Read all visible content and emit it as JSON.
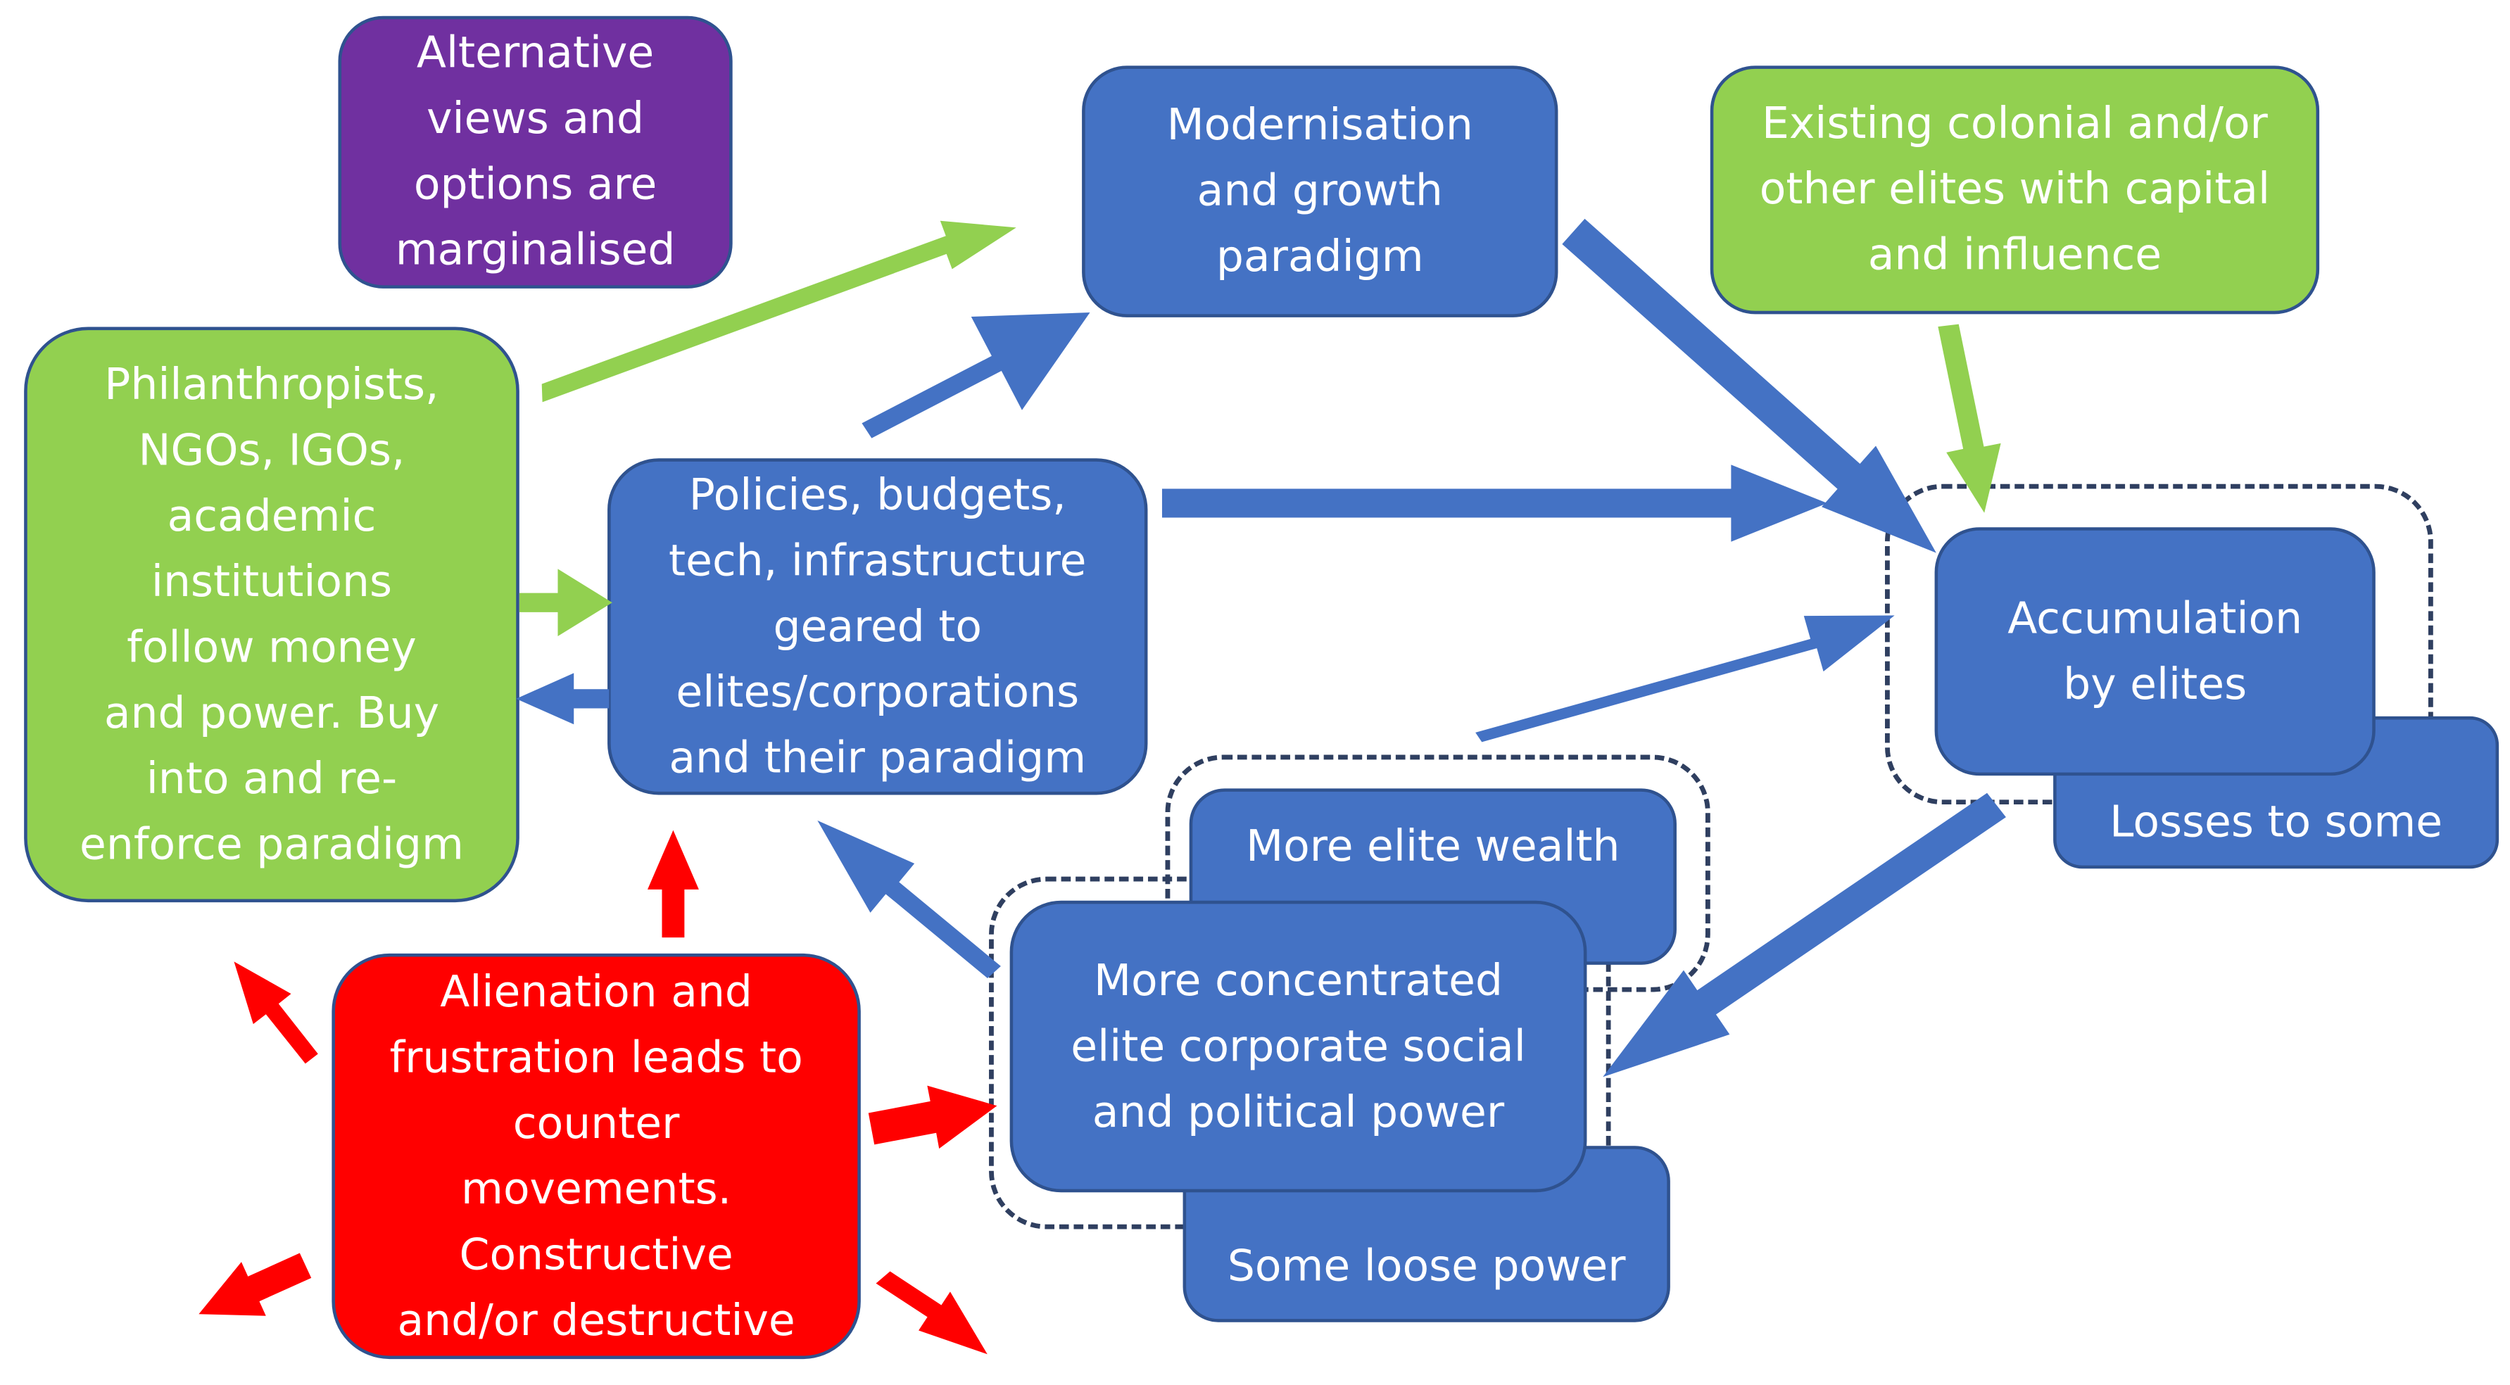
{
  "colors": {
    "blue_box": "#4472C4",
    "green_box": "#92D050",
    "purple_box": "#7030A0",
    "red_box": "#FF0000",
    "box_border": "#2F528F",
    "blue_arrow": "#4472C4",
    "green_arrow": "#92D050",
    "red_arrow": "#FF0000"
  },
  "boxes": {
    "alternative_views": "Alternative\nviews and\noptions  are\nmarginalised",
    "modernisation": "Modernisation\nand growth\nparadigm",
    "existing_elites": "Existing colonial and/or\nother elites with capital\nand influence",
    "philanthropists": "Philanthropists,\nNGOs, IGOs,\nacademic\ninstitutions\nfollow money\nand power. Buy\ninto and re-\nenforce paradigm",
    "policies": "Policies, budgets,\ntech, infrastructure\ngeared to\nelites/corporations\nand their paradigm",
    "accumulation": "Accumulation\nby elites",
    "losses": "Losses to some",
    "more_wealth": "More elite wealth",
    "concentrated_power": "More concentrated\nelite corporate social\nand political power",
    "loose_power": "Some loose power",
    "alienation": "Alienation and\nfrustration leads to\ncounter\nmovements.\nConstructive\nand/or destructive"
  }
}
